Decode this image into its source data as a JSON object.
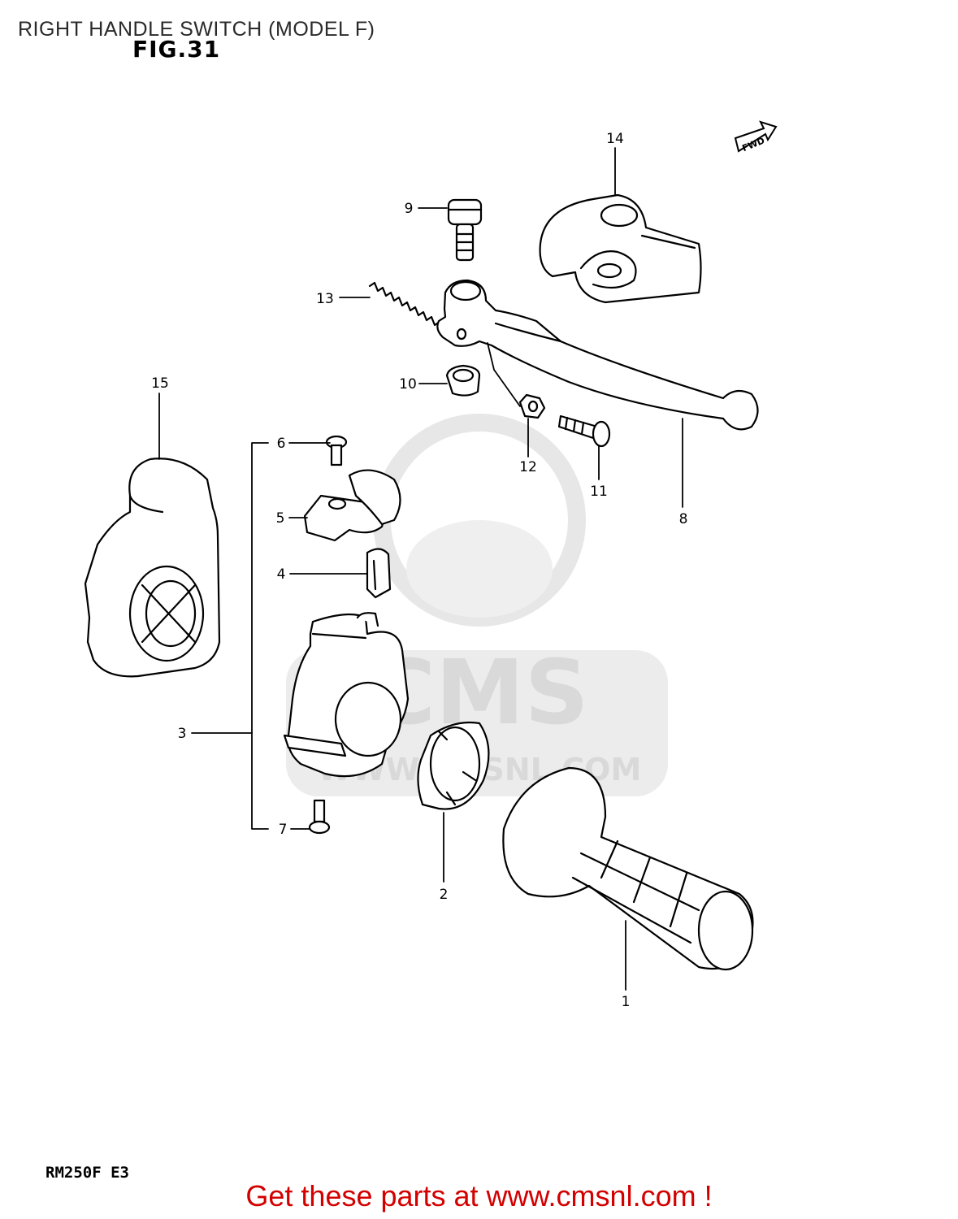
{
  "header": {
    "title": "RIGHT HANDLE SWITCH (MODEL F)",
    "figure": "FIG.31"
  },
  "direction_tag": "FWD",
  "watermark": {
    "logo_text": "CMS",
    "url_text": "WWW.CMSNL.COM"
  },
  "callouts": [
    "1",
    "2",
    "3",
    "4",
    "5",
    "6",
    "7",
    "8",
    "9",
    "10",
    "11",
    "12",
    "13",
    "14",
    "15"
  ],
  "model_code": "RM250F E3",
  "footer": {
    "text": "Get these parts at www.cmsnl.com !"
  },
  "colors": {
    "line": "#000000",
    "footer_text": "#d30000",
    "watermark": "#e6e6e6"
  }
}
